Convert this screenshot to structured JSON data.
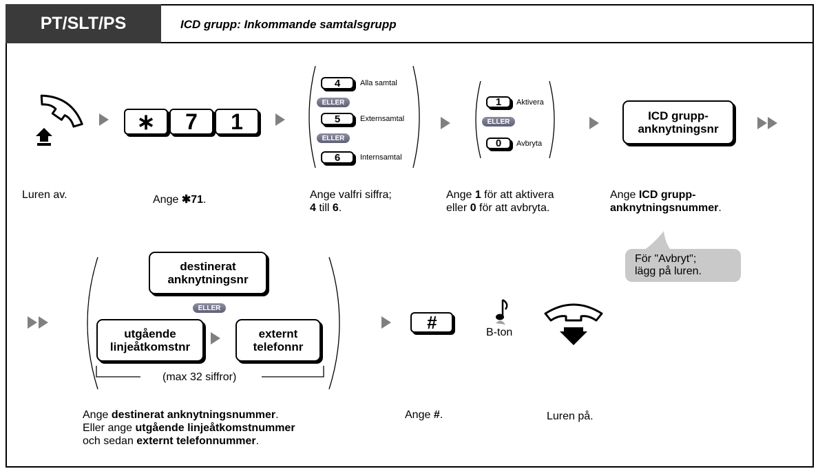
{
  "header": {
    "mode_tab": "PT/SLT/PS",
    "title": "ICD grupp: Inkommande samtalsgrupp"
  },
  "colors": {
    "tab_background": "#3a3a3a",
    "arrow": "#808080",
    "eller_badge": "#6e6e85",
    "bubble": "#c9c9c9"
  },
  "icons": [
    "handset-off-hook-icon",
    "handset-on-hook-icon",
    "music-note-icon"
  ],
  "step1": {
    "keys": [
      "∗",
      "7",
      "1"
    ]
  },
  "step2": {
    "options": [
      {
        "key": "4",
        "label": "Alla samtal"
      },
      {
        "key": "5",
        "label": "Externsamtal"
      },
      {
        "key": "6",
        "label": "Internsamtal"
      }
    ],
    "or_label": "ELLER"
  },
  "step3": {
    "options": [
      {
        "key": "1",
        "label": "Aktivera"
      },
      {
        "key": "0",
        "label": "Avbryta"
      }
    ]
  },
  "step4": {
    "line1": "ICD grupp-",
    "line2": "anknytningsnr"
  },
  "captions": {
    "lift": "Luren av.",
    "enter_code_prefix": "Ange ",
    "enter_code_value": "✱71",
    "enter_code_suffix": ".",
    "digit_prefix": "Ange valfri siffra;",
    "digit_from": "4",
    "digit_mid": " till ",
    "digit_to": "6",
    "digit_suffix": ".",
    "activate_prefix": "Ange ",
    "activate_one": "1",
    "activate_mid": " för att aktivera",
    "activate_or": "eller ",
    "activate_zero": "0",
    "activate_suffix": " för att avbryta.",
    "icd_prefix": "Ange ",
    "icd_line1": "ICD grupp-",
    "icd_line2": "anknytningsnummer",
    "icd_suffix": "."
  },
  "bubble": {
    "line1": "För \"Avbryt\";",
    "line2": "lägg på luren."
  },
  "step5": {
    "dest_line1": "destinerat",
    "dest_line2": "anknytningsnr",
    "or_label": "ELLER",
    "outgoing_line1": "utgående",
    "outgoing_line2": "linjeåtkomstnr",
    "external_line1": "externt",
    "external_line2": "telefonnr",
    "max_note": "(max 32 siffror)"
  },
  "step6": {
    "key": "#"
  },
  "tone": "B-ton",
  "bottom_captions": {
    "dest_prefix": "Ange ",
    "dest_bold": "destinerat anknytningsnummer",
    "dest_suffix": ".",
    "alt_prefix": "Eller ange ",
    "alt_bold": "utgående linjeåtkomstnummer",
    "alt_mid": "och sedan ",
    "alt_bold2": "externt telefonnummer",
    "alt_suffix": ".",
    "hash_prefix": "Ange ",
    "hash_bold": "#",
    "hash_suffix": ".",
    "hangup": "Luren på."
  }
}
